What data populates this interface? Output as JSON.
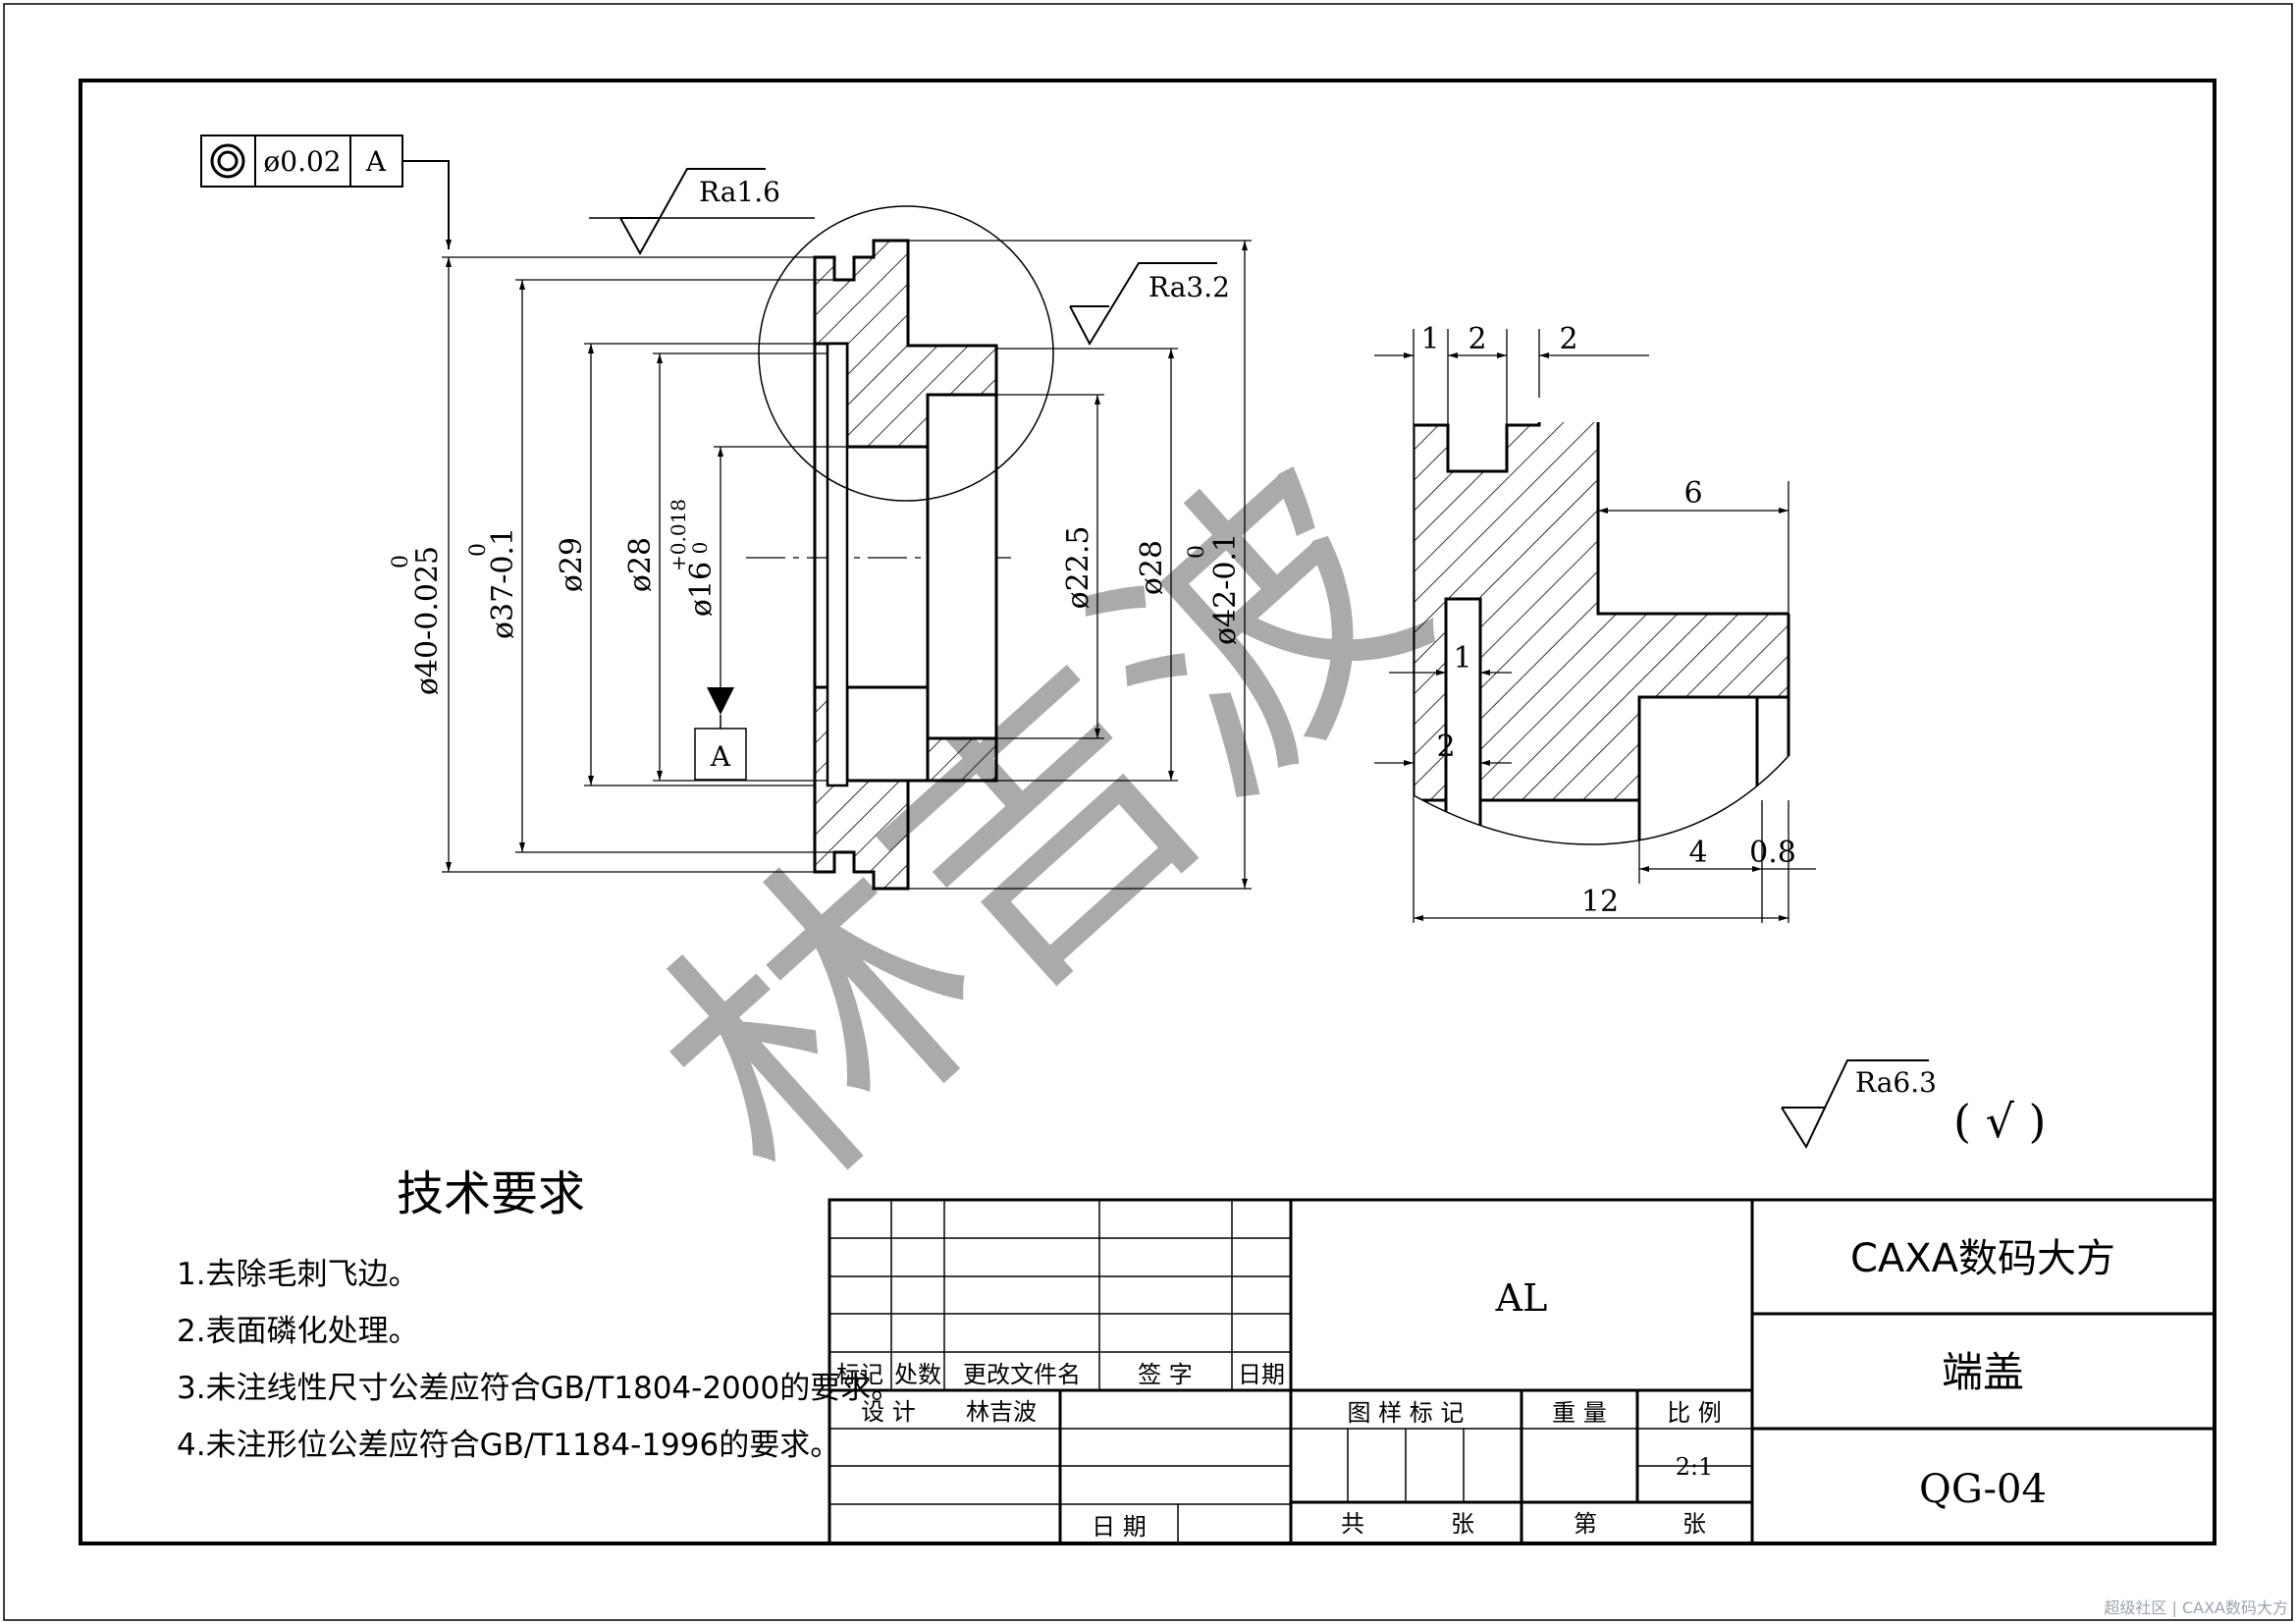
{
  "gdt": {
    "symbol": "◎",
    "tolerance": "ø0.02",
    "datum": "A"
  },
  "datum_label": "A",
  "roughness": {
    "ra16": "Ra1.6",
    "ra32": "Ra3.2",
    "ra63": "Ra6.3",
    "general_mark": "( √ )"
  },
  "dims_main": {
    "d40": "ø40-0.025",
    "d40_upper": "0",
    "d37": "ø37-0.1",
    "d37_upper": "0",
    "d29": "ø29",
    "d28_left": "ø28",
    "d16": "ø16",
    "d16_upper": "+0.018",
    "d16_lower": "0",
    "d22_5": "ø22.5",
    "d28_right": "ø28",
    "d42": "ø42-0.1",
    "d42_upper": "0"
  },
  "dims_detail": {
    "w1": "1",
    "w2": "2",
    "w3": "2",
    "w6": "6",
    "w1b": "1",
    "w2b": "2",
    "w4": "4",
    "w08": "0.8",
    "w12": "12"
  },
  "watermark": "林吉波",
  "tech_req": {
    "title": "技术要求",
    "items": [
      "1.去除毛刺飞边。",
      "2.表面磷化处理。",
      "3.未注线性尺寸公差应符合GB/T1804-2000的要求。",
      "4.未注形位公差应符合GB/T1184-1996的要求。"
    ]
  },
  "title_block": {
    "material": "AL",
    "company": "CAXA数码大方",
    "part_name": "端盖",
    "drawing_no": "QG-04",
    "h_mark": "标记",
    "h_count": "处数",
    "h_doc": "更改文件名",
    "h_sign": "签 字",
    "h_date": "日期",
    "design_label": "设 计",
    "designer": "林吉波",
    "date_label": "日 期",
    "sample_mark": "图 样 标 记",
    "weight": "重 量",
    "scale_label": "比 例",
    "scale": "2:1",
    "total": "共",
    "sheets": "张",
    "sheet_no": "第",
    "sheet_unit": "张"
  },
  "footer": "超级社区 | CAXA数码大方"
}
